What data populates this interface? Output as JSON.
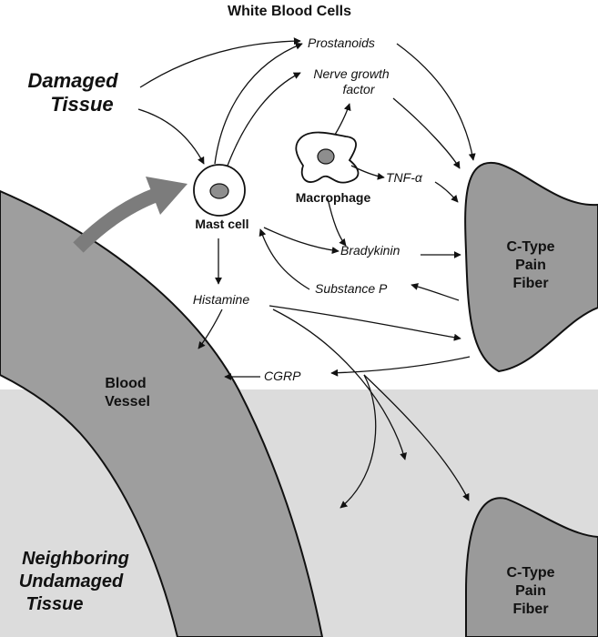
{
  "colors": {
    "background": "#ffffff",
    "undamaged_region": "#dcdcdc",
    "vessel_fill": "#9e9e9e",
    "fiber_fill": "#9a9a9a",
    "big_arrow": "#7c7c7c",
    "stroke": "#111111"
  },
  "labels": {
    "white_blood_cells": "White Blood Cells",
    "damaged_line1": "Damaged",
    "damaged_line2": "Tissue",
    "prostanoids": "Prostanoids",
    "ngf_line1": "Nerve growth",
    "ngf_line2": "factor",
    "tnf": "TNF-α",
    "macrophage": "Macrophage",
    "mast_cell": "Mast cell",
    "bradykinin": "Bradykinin",
    "substance_p": "Substance P",
    "histamine": "Histamine",
    "cgrp": "CGRP",
    "blood_line1": "Blood",
    "blood_line2": "Vessel",
    "fiber_top_line1": "C-Type",
    "fiber_top_line2": "Pain",
    "fiber_top_line3": "Fiber",
    "fiber_bottom_line1": "C-Type",
    "fiber_bottom_line2": "Pain",
    "fiber_bottom_line3": "Fiber",
    "neighbor_line1": "Neighboring",
    "neighbor_line2": "Undamaged",
    "neighbor_line3": "Tissue"
  }
}
